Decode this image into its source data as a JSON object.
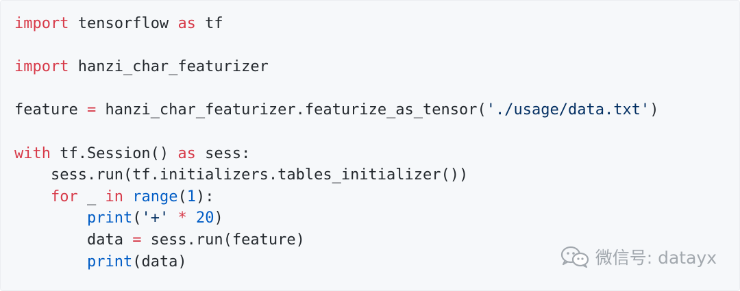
{
  "code": {
    "lines": [
      [
        {
          "t": "import",
          "c": "kw"
        },
        {
          "t": " tensorflow ",
          "c": "plain"
        },
        {
          "t": "as",
          "c": "kw"
        },
        {
          "t": " tf",
          "c": "plain"
        }
      ],
      [],
      [
        {
          "t": "import",
          "c": "kw"
        },
        {
          "t": " hanzi_char_featurizer",
          "c": "plain"
        }
      ],
      [],
      [
        {
          "t": "feature ",
          "c": "plain"
        },
        {
          "t": "=",
          "c": "op"
        },
        {
          "t": " hanzi_char_featurizer.featurize_as_tensor(",
          "c": "plain"
        },
        {
          "t": "'./usage/data.txt'",
          "c": "str"
        },
        {
          "t": ")",
          "c": "plain"
        }
      ],
      [],
      [
        {
          "t": "with",
          "c": "kw"
        },
        {
          "t": " tf.Session() ",
          "c": "plain"
        },
        {
          "t": "as",
          "c": "kw"
        },
        {
          "t": " sess:",
          "c": "plain"
        }
      ],
      [
        {
          "t": "    sess.run(tf.initializers.tables_initializer())",
          "c": "plain"
        }
      ],
      [
        {
          "t": "    ",
          "c": "plain"
        },
        {
          "t": "for",
          "c": "kw"
        },
        {
          "t": " _ ",
          "c": "plain"
        },
        {
          "t": "in",
          "c": "kw"
        },
        {
          "t": " ",
          "c": "plain"
        },
        {
          "t": "range",
          "c": "bi"
        },
        {
          "t": "(",
          "c": "plain"
        },
        {
          "t": "1",
          "c": "num"
        },
        {
          "t": "):",
          "c": "plain"
        }
      ],
      [
        {
          "t": "        ",
          "c": "plain"
        },
        {
          "t": "print",
          "c": "bi"
        },
        {
          "t": "(",
          "c": "plain"
        },
        {
          "t": "'+'",
          "c": "str"
        },
        {
          "t": " ",
          "c": "plain"
        },
        {
          "t": "*",
          "c": "op"
        },
        {
          "t": " ",
          "c": "plain"
        },
        {
          "t": "20",
          "c": "num"
        },
        {
          "t": ")",
          "c": "plain"
        }
      ],
      [
        {
          "t": "        data ",
          "c": "plain"
        },
        {
          "t": "=",
          "c": "op"
        },
        {
          "t": " sess.run(feature)",
          "c": "plain"
        }
      ],
      [
        {
          "t": "        ",
          "c": "plain"
        },
        {
          "t": "print",
          "c": "bi"
        },
        {
          "t": "(data)",
          "c": "plain"
        }
      ]
    ]
  },
  "watermark": {
    "icon": "wechat-icon",
    "text": "微信号: datayx"
  }
}
